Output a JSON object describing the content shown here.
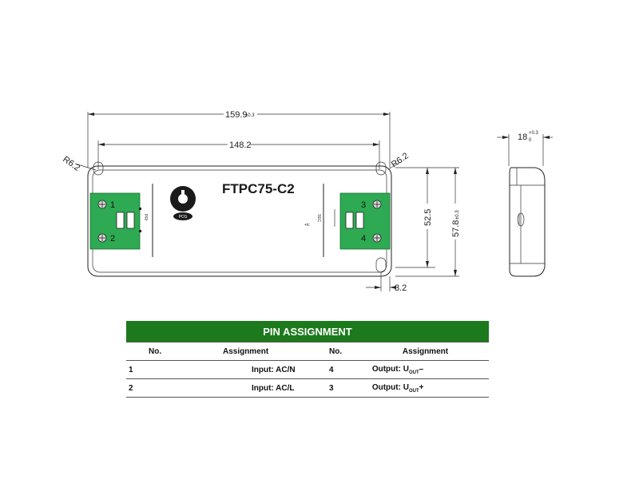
{
  "dimensions": {
    "overall_length": "159.9",
    "overall_length_tol": "±0.3",
    "inner_length": "148.2",
    "radius_left": "R6.2",
    "radius_right": "R6.2",
    "height_inner": "52.5",
    "height_overall": "57.8",
    "height_overall_tol": "±0.3",
    "offset": "3.2",
    "side_width": "18",
    "side_width_tol_plus": "+0.3",
    "side_width_tol_minus": "0"
  },
  "labels": {
    "model": "FTPC75-C2",
    "pot": "POS",
    "pri": "PRI",
    "sec": "SEC",
    "tc": "+tc",
    "pin1": "1",
    "pin2": "2",
    "pin3": "3",
    "pin4": "4"
  },
  "pin_table": {
    "title": "PIN ASSIGNMENT",
    "headers": [
      "No.",
      "Assignment",
      "No.",
      "Assignment"
    ],
    "rows": [
      {
        "no_a": "1",
        "assign_a": "Input: AC/N",
        "no_b": "4",
        "assign_b_prefix": "Output: U",
        "assign_b_sub": "OUT",
        "assign_b_suffix": "–"
      },
      {
        "no_a": "2",
        "assign_a": "Input: AC/L",
        "no_b": "3",
        "assign_b_prefix": "Output: U",
        "assign_b_sub": "OUT",
        "assign_b_suffix": "+"
      }
    ]
  },
  "colors": {
    "terminal_green": "#2eaa52",
    "table_header_green": "#1c7a1c"
  }
}
